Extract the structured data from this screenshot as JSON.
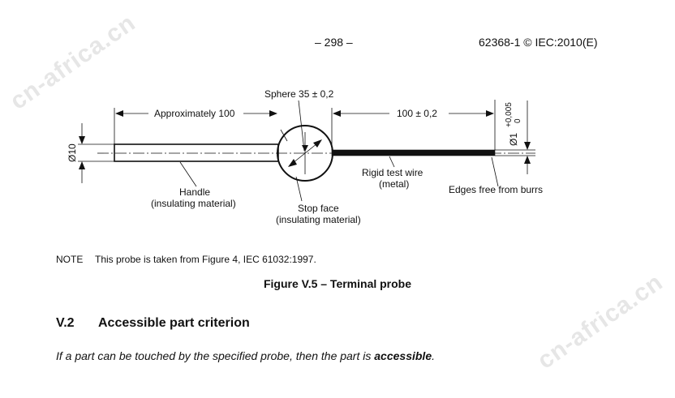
{
  "header": {
    "page_number": "– 298 –",
    "standard": "62368-1 © IEC:2010(E)"
  },
  "figure": {
    "labels": {
      "sphere": "Sphere 35 ± 0,2",
      "approx": "Approximately 100",
      "wire_len": "100 ± 0,2",
      "dia10": "Ø10",
      "dia1": "Ø1",
      "tol_plus": "+0,005",
      "tol_zero": "0",
      "handle_1": "Handle",
      "handle_2": "(insulating material)",
      "stopface_1": "Stop face",
      "stopface_2": "(insulating material)",
      "wire_1": "Rigid test wire",
      "wire_2": "(metal)",
      "edges": "Edges free from burrs"
    },
    "note_tag": "NOTE",
    "note_text": "This probe is taken from Figure 4, IEC 61032:1997.",
    "caption": "Figure V.5 – Terminal probe"
  },
  "section": {
    "number": "V.2",
    "title": "Accessible part criterion"
  },
  "paragraph": {
    "before": "If a part can be touched by the specified probe, then the part is ",
    "emphasis": "accessible",
    "after": "."
  },
  "watermark": "cn-africa.cn"
}
